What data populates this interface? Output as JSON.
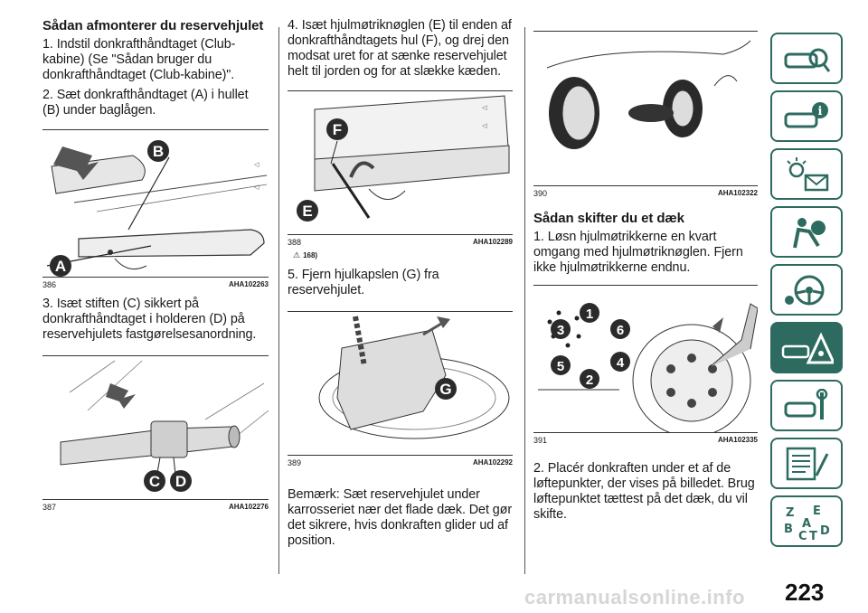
{
  "page_number": "223",
  "watermark": "carmanualsonline.info",
  "col1": {
    "heading": "Sådan afmonterer du reservehjulet",
    "p1": "1. Indstil donkrafthåndtaget (Club-kabine) (Se \"Sådan bruger du donkrafthåndtaget (Club-kabine)\".",
    "p2": "2. Sæt donkrafthåndtaget (A) i hullet (B) under baglågen.",
    "fig1": {
      "num": "386",
      "code": "AHA102263",
      "labels": [
        "B",
        "A"
      ]
    },
    "p3": "3. Isæt stiften (C) sikkert på donkrafthåndtaget i holderen (D) på reservehjulets fastgørelsesanordning.",
    "fig2": {
      "num": "387",
      "code": "AHA102276",
      "labels": [
        "C",
        "D"
      ]
    }
  },
  "col2": {
    "p4": "4. Isæt hjulmøtriknøglen (E) til enden af donkrafthåndtagets hul (F), og drej den modsat uret for at sænke reservehjulet helt til jorden og for at slække kæden.",
    "fig3": {
      "num": "388",
      "code": "AHA102289",
      "labels": [
        "F",
        "E"
      ]
    },
    "note_ref": "168)",
    "p5": "5. Fjern hjulkapslen (G) fra reservehjulet.",
    "fig4": {
      "num": "389",
      "code": "AHA102292",
      "labels": [
        "G"
      ]
    },
    "p6": "Bemærk: Sæt reservehjulet under karrosseriet nær det flade dæk. Det gør det sikrere, hvis donkraften glider ud af position."
  },
  "col3": {
    "fig5": {
      "num": "390",
      "code": "AHA102322"
    },
    "heading": "Sådan skifter du et dæk",
    "p1": "1. Løsn hjulmøtrikkerne en kvart omgang med hjulmøtriknøglen. Fjern ikke hjulmøtrikkerne endnu.",
    "fig6": {
      "num": "391",
      "code": "AHA102335",
      "labels": [
        "1",
        "3",
        "6",
        "5",
        "4",
        "2"
      ]
    },
    "p2": "2. Placér donkraften under et af de løftepunkter, der vises på billedet. Brug løftepunktet tættest på det dæk, du vil skifte."
  },
  "tabs": [
    "car-search-icon",
    "car-info-icon",
    "warning-lights-icon",
    "airbag-seat-icon",
    "steering-wheel-icon",
    "emergency-car-icon",
    "car-service-icon",
    "specifications-list-icon",
    "alphabet-index-icon"
  ],
  "colors": {
    "tab_green": "#2d6b60",
    "label_dark": "#2b2b2b"
  }
}
